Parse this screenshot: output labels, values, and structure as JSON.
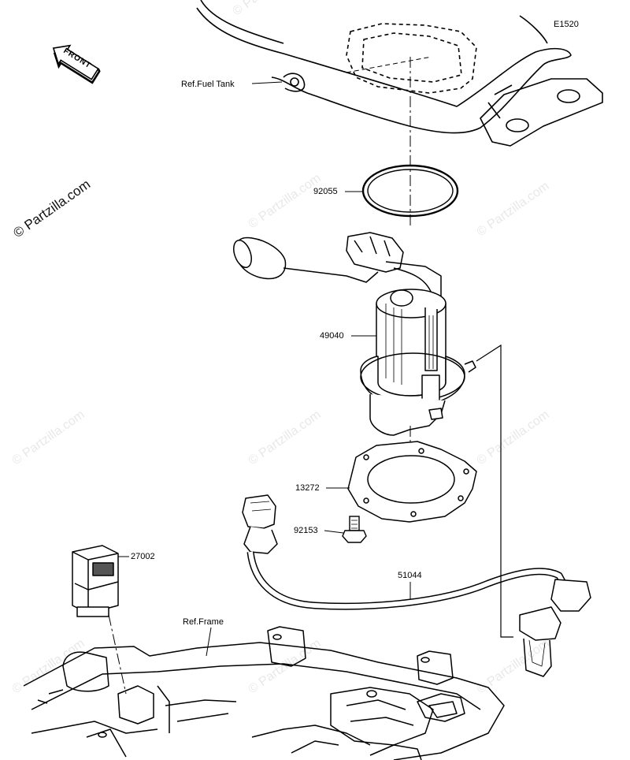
{
  "diagram_code": "E1520",
  "copyright": "© Partzilla.com",
  "watermark": "© Partzilla.com",
  "front_label": "FRONT",
  "refs": {
    "fuel_tank": "Ref.Fuel Tank",
    "frame": "Ref.Frame"
  },
  "parts": {
    "o_ring": "92055",
    "fuel_pump": "49040",
    "gasket": "13272",
    "bolt": "92153",
    "harness": "51044",
    "relay": "27002"
  }
}
